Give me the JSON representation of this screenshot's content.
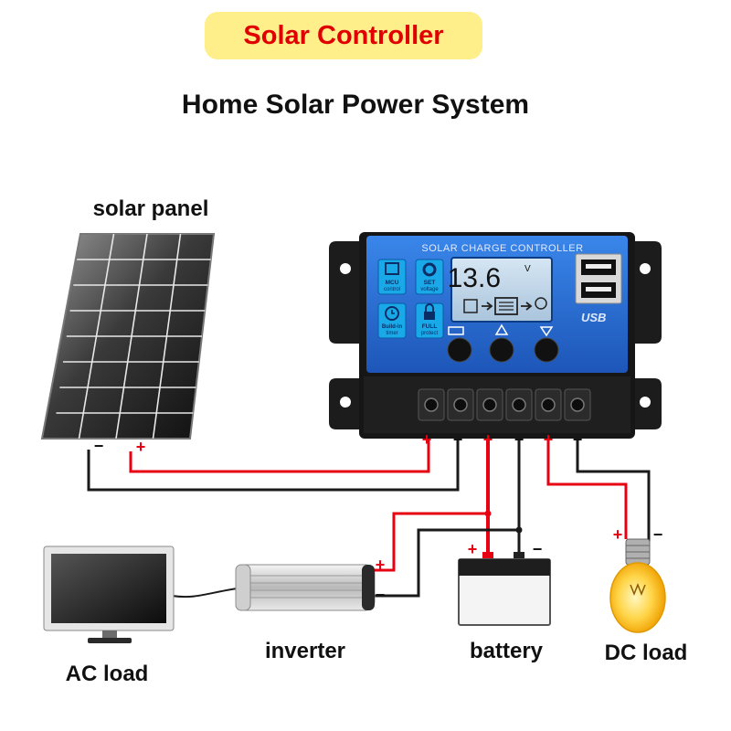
{
  "header": {
    "badge": "Solar Controller",
    "title": "Home Solar Power System"
  },
  "labels": {
    "solar_panel": "solar panel",
    "ac_load": "AC load",
    "inverter": "inverter",
    "battery": "battery",
    "dc_load": "DC load"
  },
  "controller": {
    "title": "SOLAR CHARGE CONTROLLER",
    "display_value": "13.6",
    "display_unit": "V",
    "usb": "USB",
    "features": [
      {
        "line1": "MCU",
        "line2": "control"
      },
      {
        "line1": "SET",
        "line2": "voltage"
      },
      {
        "line1": "Build-in",
        "line2": "timer"
      },
      {
        "line1": "FULL",
        "line2": "protect"
      }
    ]
  },
  "polarity": {
    "plus": "+",
    "minus": "−"
  },
  "colors": {
    "positive_wire": "#e60012",
    "negative_wire": "#1a1a1a",
    "controller_blue": "#2b6fd6",
    "badge_bg": "#ffef8a",
    "badge_text": "#e00000"
  }
}
